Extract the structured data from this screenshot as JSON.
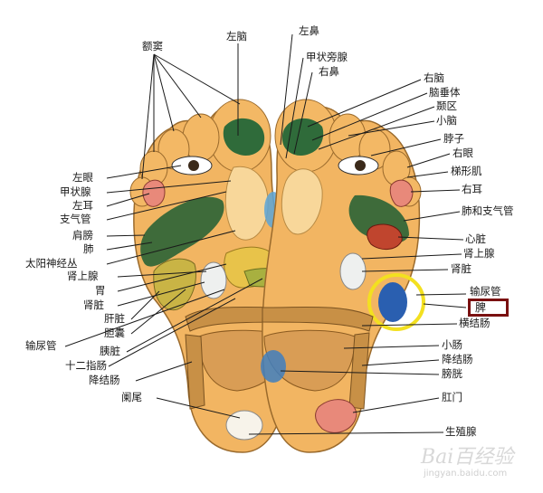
{
  "labels": {
    "ejiao": "额窦",
    "zuonao": "左脑",
    "zuobi": "左鼻",
    "jiazhuangpangxian": "甲状旁腺",
    "youbi": "右鼻",
    "younao": "右脑",
    "naochuiti": "脑垂体",
    "niequ": "颞区",
    "xiaonao": "小脑",
    "bozi": "脖子",
    "youyan": "右眼",
    "tixingji": "梯形肌",
    "youer": "右耳",
    "feihezhiqiguan_r": "肺和支气管",
    "xinzang": "心脏",
    "shenshangxian_r": "肾上腺",
    "shenzang_r": "肾脏",
    "shuniaoguan_r": "输尿管",
    "pi": "脾",
    "hengjiechang": "横结肠",
    "xiaochang": "小肠",
    "jiangjiechang_r": "降结肠",
    "pangguang": "膀胱",
    "gangmen": "肛门",
    "shengzhixian": "生殖腺",
    "zuoyan": "左眼",
    "jiazhuangxian": "甲状腺",
    "zuoer": "左耳",
    "zhiqiguan": "支气管",
    "jianbang": "肩膀",
    "fei": "肺",
    "taiyangshenjingcong": "太阳神经丛",
    "shenshangxian_l": "肾上腺",
    "wei": "胃",
    "shenzang_l": "肾脏",
    "ganzang": "肝脏",
    "dannang": "胆囊",
    "shuniaoguan_l": "输尿管",
    "yizang": "胰脏",
    "shierzhichang": "十二指肠",
    "jiangjiechang_l": "降结肠",
    "lanwei": "阑尾"
  },
  "watermark": {
    "main": "Bai百经验",
    "sub": "jingyan.baidu.com"
  },
  "colors": {
    "skin": "#f2b562",
    "skin_light": "#f8d79a",
    "brain_green": "#2f6b3a",
    "lung_green": "#3e6b3a",
    "intestine": "#c89046",
    "kidney_white": "#eef0ef",
    "bladder_blue": "#3f7fbf",
    "spleen_blue": "#2a5fb0",
    "heart_red": "#c0452e",
    "highlight_yellow": "#f3e020",
    "box_red": "#7a1010"
  }
}
